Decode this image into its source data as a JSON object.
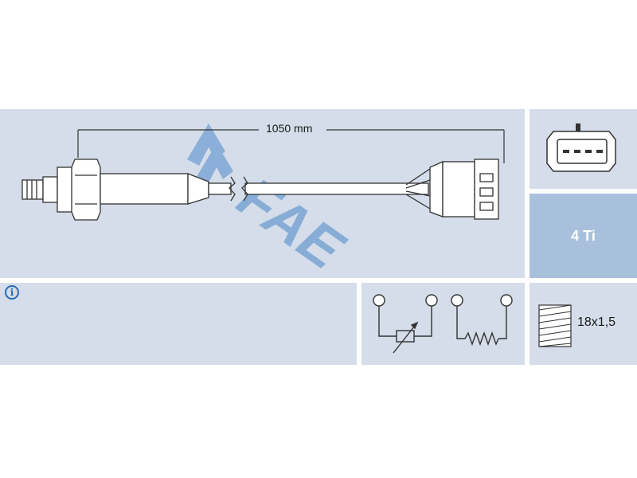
{
  "diagram": {
    "length_label": "1050 mm",
    "brand_logo_text": "FAE",
    "pins_label": "4 Ti",
    "thread_label": "18x1,5",
    "info_icon_glyph": "i",
    "colors": {
      "panel_background": "#d4dde9",
      "pins_background": "#a8c0dc",
      "logo_color": "#7fa8d6",
      "line_color": "#333333"
    }
  }
}
